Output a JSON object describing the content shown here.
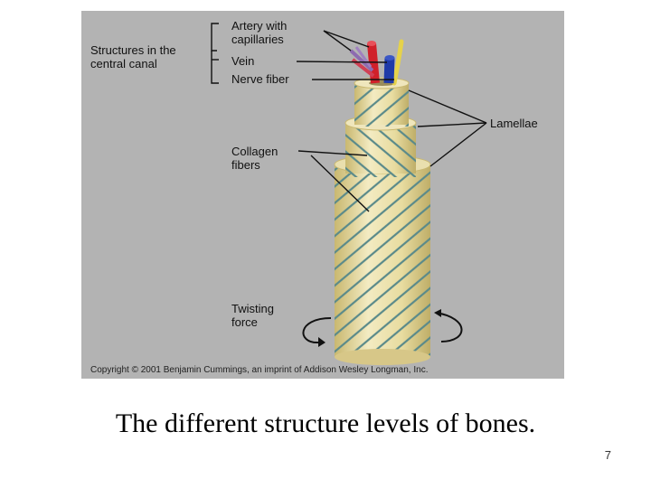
{
  "figure": {
    "labels": {
      "structures_central_canal": [
        "Structures in the",
        "central canal"
      ],
      "artery": [
        "Artery with",
        "capillaries"
      ],
      "vein": "Vein",
      "nerve": "Nerve fiber",
      "lamellae": "Lamellae",
      "collagen": [
        "Collagen",
        "fibers"
      ],
      "twisting": [
        "Twisting",
        "force"
      ]
    },
    "copyright": "Copyright © 2001 Benjamin Cummings, an imprint of Addison Wesley Longman, Inc.",
    "colors": {
      "panel": "#b3b3b3",
      "cylinder": "#e8dca0",
      "cylinder_light": "#f3ebc2",
      "cylinder_dark": "#c9b870",
      "fiber": "#5a8a8a",
      "artery": "#d0202a",
      "vein": "#1f3aa8",
      "nerve": "#e6d24a",
      "capillary": "#8d6bb0",
      "line": "#111111"
    }
  },
  "caption": "The different structure levels of bones.",
  "page_number": "7"
}
